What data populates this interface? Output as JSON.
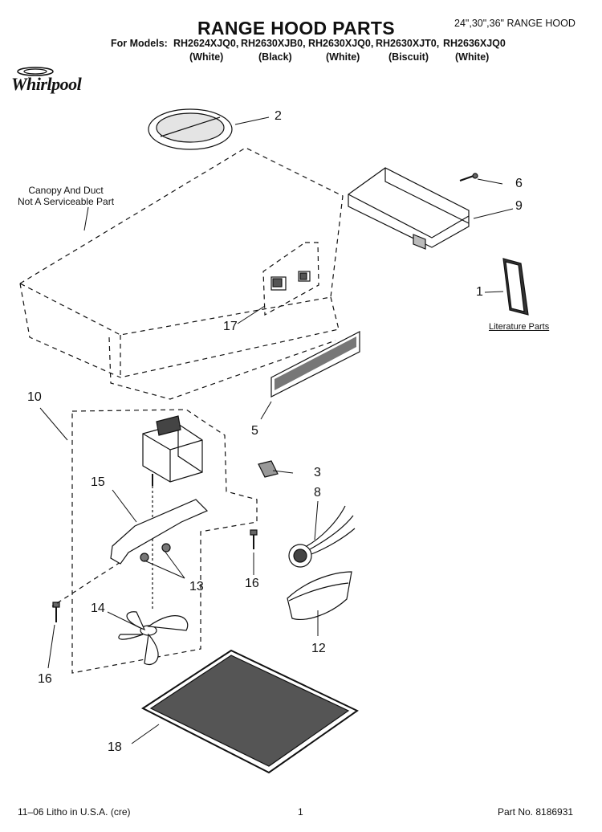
{
  "header": {
    "title": "RANGE HOOD PARTS",
    "subtitle": "24\",30\",36\" RANGE HOOD",
    "models_label": "For Models:",
    "models": [
      {
        "code": "RH2624XJQ0,",
        "color": "(White)"
      },
      {
        "code": "RH2630XJB0,",
        "color": "(Black)"
      },
      {
        "code": "RH2630XJQ0,",
        "color": "(White)"
      },
      {
        "code": "RH2630XJT0,",
        "color": "(Biscuit)"
      },
      {
        "code": "RH2636XJQ0",
        "color": "(White)"
      }
    ]
  },
  "brand": "Whirlpool",
  "canopy_note": [
    "Canopy And Duct",
    "Not A Serviceable Part"
  ],
  "literature_label": "Literature Parts",
  "callouts": [
    "1",
    "2",
    "3",
    "5",
    "6",
    "8",
    "9",
    "10",
    "12",
    "13",
    "14",
    "15",
    "16",
    "16",
    "17",
    "18"
  ],
  "footer": {
    "litho": "11–06 Litho in U.S.A. (cre)",
    "page": "1",
    "part_no": "Part No. 8186931"
  }
}
